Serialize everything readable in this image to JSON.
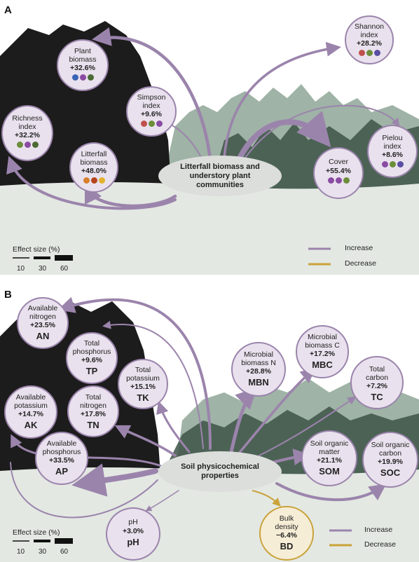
{
  "panelA": {
    "letter": "A",
    "center": "Litterfall biomass and understory plant communities",
    "nodes": {
      "plant_biomass": {
        "label": "Plant biomass",
        "value": "+32.6%"
      },
      "shannon": {
        "label": "Shannon index",
        "value": "+28.2%"
      },
      "simpson": {
        "label": "Simpson index",
        "value": "+9.6%"
      },
      "richness": {
        "label": "Richness index",
        "value": "+32.2%"
      },
      "litterfall": {
        "label": "Litterfall biomass",
        "value": "+48.0%"
      },
      "cover": {
        "label": "Cover",
        "value": "+55.4%"
      },
      "pielou": {
        "label": "Pielou index",
        "value": "+8.6%"
      }
    },
    "legend": {
      "effect_title": "Effect size (%)",
      "ticks": [
        "10",
        "30",
        "60"
      ],
      "increase": "Increase",
      "decrease": "Decrease"
    }
  },
  "panelB": {
    "letter": "B",
    "center": "Soil physicochemical properties",
    "nodes": {
      "an": {
        "label": "Available nitrogen",
        "value": "+23.5%",
        "abbr": "AN"
      },
      "tp": {
        "label": "Total phosphorus",
        "value": "+9.6%",
        "abbr": "TP"
      },
      "tk": {
        "label": "Total potassium",
        "value": "+15.1%",
        "abbr": "TK"
      },
      "ak": {
        "label": "Available potassium",
        "value": "+14.7%",
        "abbr": "AK"
      },
      "tn": {
        "label": "Total nitrogen",
        "value": "+17.8%",
        "abbr": "TN"
      },
      "ap": {
        "label": "Available phosphorus",
        "value": "+33.5%",
        "abbr": "AP"
      },
      "mbn": {
        "label": "Microbial biomass N",
        "value": "+28.8%",
        "abbr": "MBN"
      },
      "mbc": {
        "label": "Microbial biomass C",
        "value": "+17.2%",
        "abbr": "MBC"
      },
      "tc": {
        "label": "Total carbon",
        "value": "+7.2%",
        "abbr": "TC"
      },
      "som": {
        "label": "Soil organic matter",
        "value": "+21.1%",
        "abbr": "SOM"
      },
      "soc": {
        "label": "Soil organic carbon",
        "value": "+19.9%",
        "abbr": "SOC"
      },
      "ph": {
        "label": "pH",
        "value": "+3.0%",
        "abbr": "pH"
      },
      "bd": {
        "label": "Bulk density",
        "value": "−6.4%",
        "abbr": "BD"
      }
    },
    "legend": {
      "effect_title": "Effect size (%)",
      "ticks": [
        "10",
        "30",
        "60"
      ],
      "increase": "Increase",
      "decrease": "Decrease"
    }
  },
  "colors": {
    "increase": "#9b84ac",
    "decrease": "#c9a23a",
    "forest_dark": "#1c1c1c",
    "forest_mid": "#3d5446",
    "forest_light": "#9fb3a6",
    "ground": "#e3e8e2"
  }
}
